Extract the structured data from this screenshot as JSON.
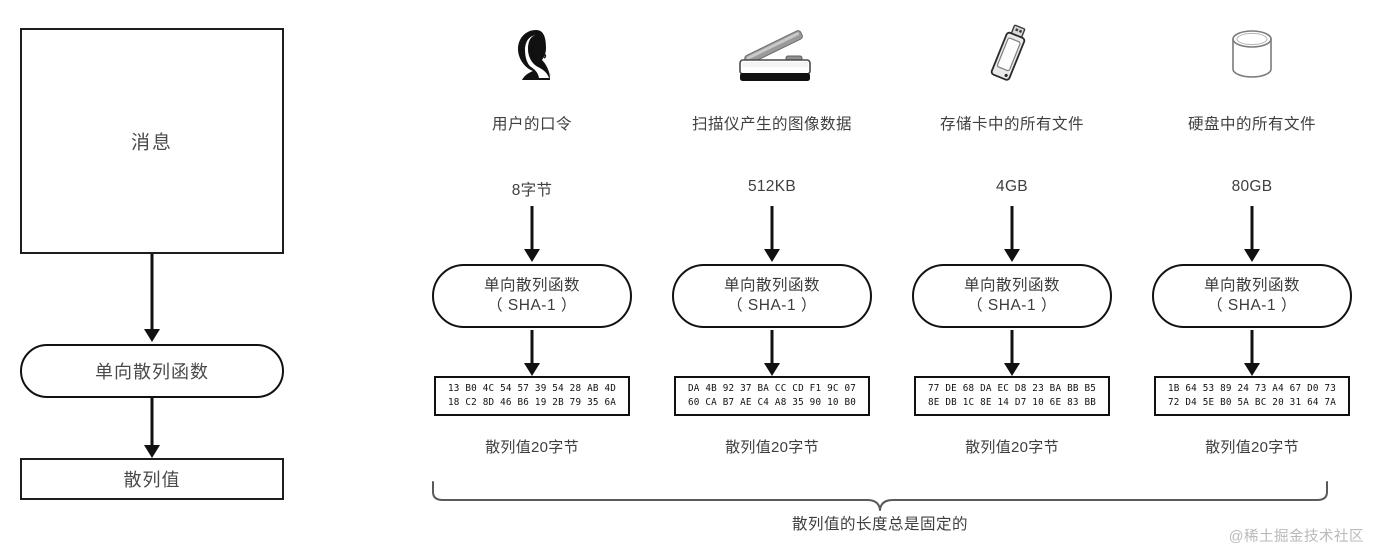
{
  "left_panel": {
    "message_box_label": "消息",
    "hash_function_label": "单向散列函数",
    "hash_value_label": "散列值",
    "arrow_1_name": "arrow-message-to-function",
    "arrow_2_name": "arrow-function-to-value"
  },
  "columns": [
    {
      "icon": "user-head-icon",
      "title": "用户的口令",
      "size": "8字节",
      "function_line1": "单向散列函数",
      "function_line2": "（ SHA-1 ）",
      "hex_row1": "13 B0 4C 54 57 39 54 28 AB 4D",
      "hex_row2": "18 C2 8D 46 B6 19 2B 79 35 6A",
      "caption": "散列值20字节"
    },
    {
      "icon": "scanner-icon",
      "title": "扫描仪产生的图像数据",
      "size": "512KB",
      "function_line1": "单向散列函数",
      "function_line2": "（ SHA-1 ）",
      "hex_row1": "DA 4B 92 37 BA CC CD F1 9C 07",
      "hex_row2": "60 CA B7 AE C4 A8 35 90 10 B0",
      "caption": "散列值20字节"
    },
    {
      "icon": "usb-drive-icon",
      "title": "存储卡中的所有文件",
      "size": "4GB",
      "function_line1": "单向散列函数",
      "function_line2": "（ SHA-1 ）",
      "hex_row1": "77 DE 68 DA EC D8 23 BA BB B5",
      "hex_row2": "8E DB 1C 8E 14 D7 10 6E 83 BB",
      "caption": "散列值20字节"
    },
    {
      "icon": "hard-disk-icon",
      "title": "硬盘中的所有文件",
      "size": "80GB",
      "function_line1": "单向散列函数",
      "function_line2": "（ SHA-1 ）",
      "hex_row1": "1B 64 53 89 24 73 A4 67 D0 73",
      "hex_row2": "72 D4 5E B0 5A BC 20 31 64 7A",
      "caption": "散列值20字节"
    }
  ],
  "brace_caption": "散列值的长度总是固定的",
  "watermark": "@稀土掘金技术社区",
  "colors": {
    "stroke": "#111111",
    "text": "#3f3f3f",
    "background": "#ffffff",
    "watermark": "#b9b9b9"
  }
}
